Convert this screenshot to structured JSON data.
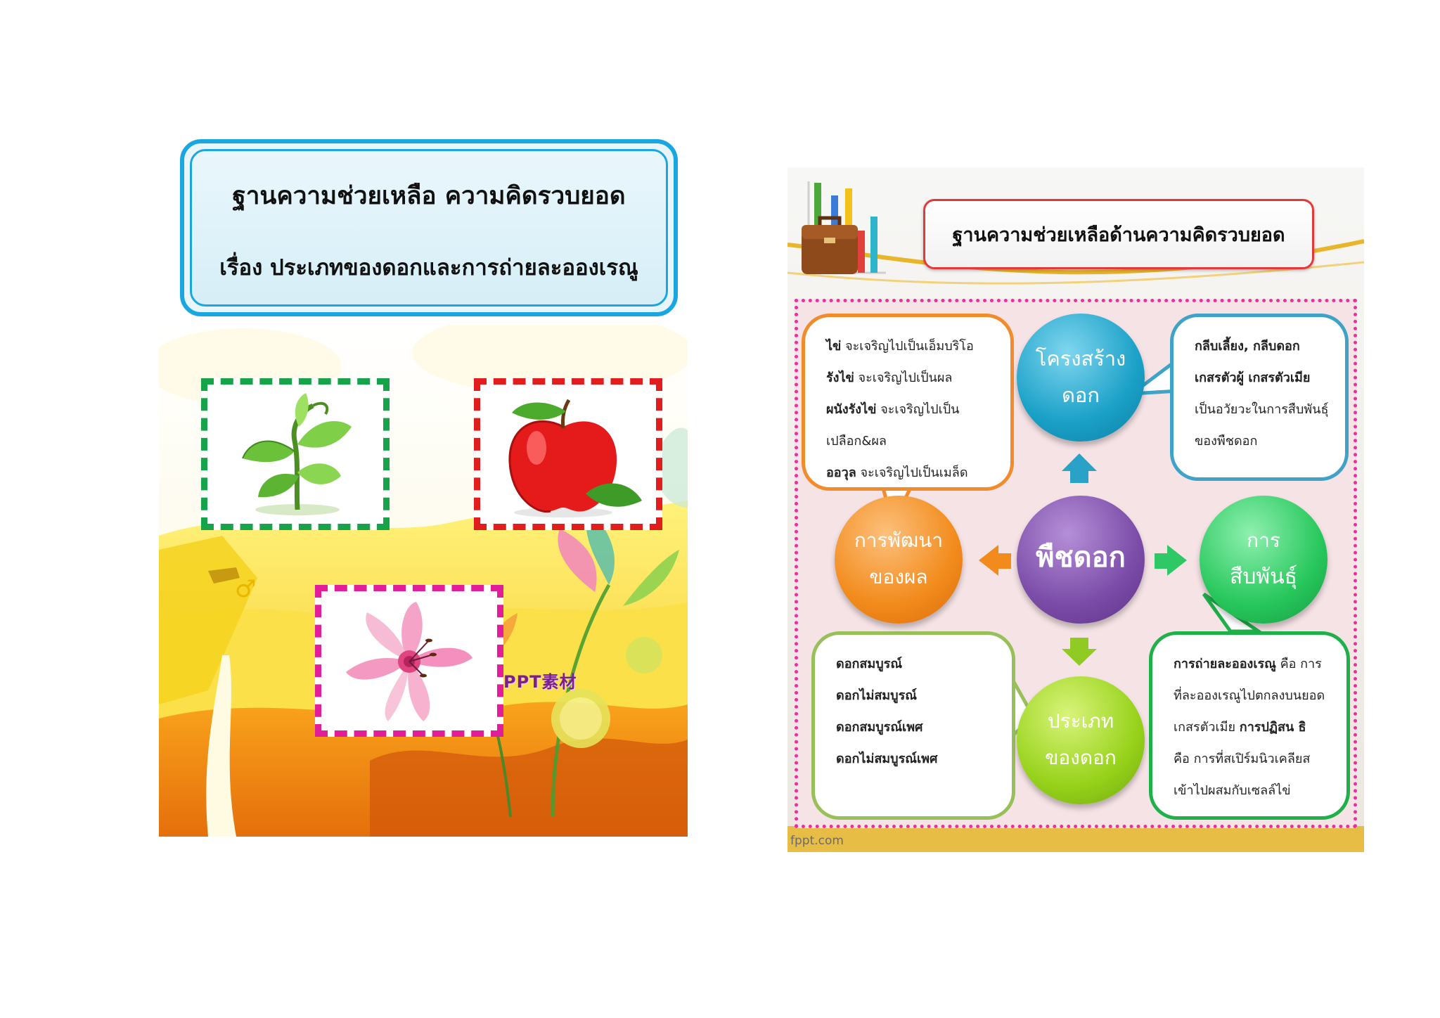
{
  "left": {
    "title_line1": "ฐานความช่วยเหลือ ความคิดรวบยอด",
    "title_line2": "เรื่อง ประเภทของดอกและการถ่ายละอองเรณู",
    "watermark": "PPT素材",
    "male_symbol": "♂",
    "images": [
      "plant-seedling-icon",
      "apple-icon",
      "lily-flower-icon"
    ]
  },
  "right": {
    "title": "ฐานความช่วยเหลือด้านความคิดรวบยอด",
    "footer": "fppt.com",
    "center": "พืชดอก",
    "structure": {
      "line1": "โครงสร้าง",
      "line2": "ดอก"
    },
    "fruit": {
      "line1": "การพัฒนา",
      "line2": "ของผล"
    },
    "repro": {
      "line1": "การ",
      "line2": "สืบพันธุ์"
    },
    "types": {
      "line1": "ประเภท",
      "line2": "ของดอก"
    },
    "callout_fruit": [
      {
        "bold": "ไข่",
        "text": " จะเจริญไปเป็นเอ็มบริโอ"
      },
      {
        "bold": "รังไข่",
        "text": " จะเจริญไปเป็นผล"
      },
      {
        "bold": "ผนังรังไข่",
        "text": " จะเจริญไปเป็น"
      },
      {
        "bold": "",
        "text": "เปลือก&ผล"
      },
      {
        "bold": "ออวุล",
        "text": " จะเจริญไปเป็นเมล็ด"
      }
    ],
    "callout_structure": [
      {
        "bold": "กลีบเลี้ยง, กลีบดอก",
        "text": ""
      },
      {
        "bold": "เกสรตัวผู้ เกสรตัวเมีย",
        "text": ""
      },
      {
        "bold": "",
        "text": "เป็นอวัยวะในการสืบพันธุ์"
      },
      {
        "bold": "",
        "text": "ของพืชดอก"
      }
    ],
    "callout_types": [
      {
        "bold": "ดอกสมบูรณ์",
        "text": ""
      },
      {
        "bold": "ดอกไม่สมบูรณ์",
        "text": ""
      },
      {
        "bold": "ดอกสมบูรณ์เพศ",
        "text": ""
      },
      {
        "bold": "ดอกไม่สมบูรณ์เพศ",
        "text": ""
      }
    ],
    "callout_repro": [
      {
        "bold": "การถ่ายละอองเรณู",
        "text": " คือ การ"
      },
      {
        "bold": "",
        "text": "ที่ละอองเรณูไปตกลงบนยอด"
      },
      {
        "bold": "",
        "text": "เกสรตัวเมีย   ",
        "bold2": "การปฏิสน ธิ"
      },
      {
        "bold": "",
        "text": "คือ การที่สเปิร์มนิวเคลียส"
      },
      {
        "bold": "",
        "text": "เข้าไปผสมกับเซลล์ไข่"
      }
    ]
  }
}
